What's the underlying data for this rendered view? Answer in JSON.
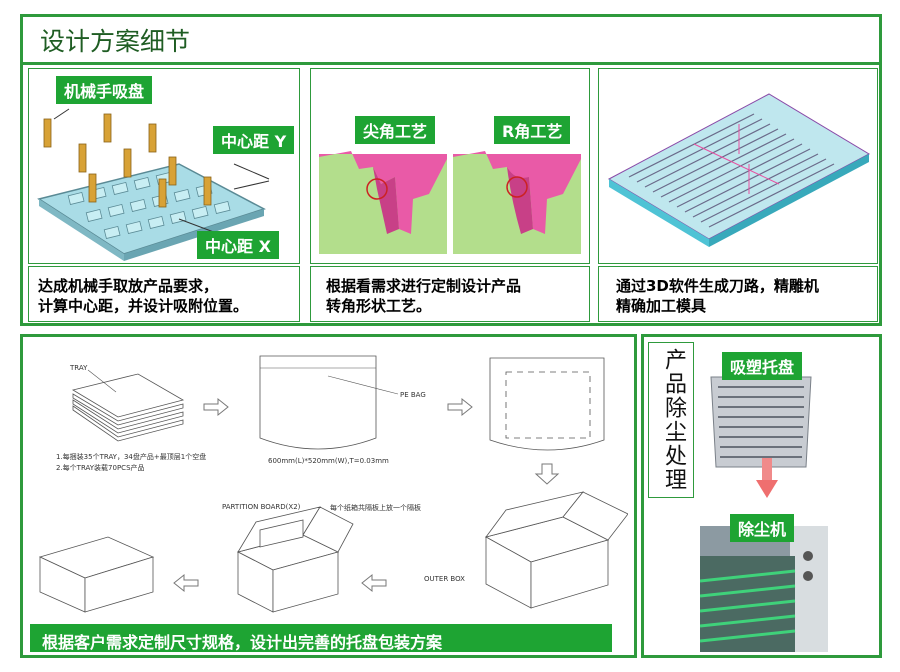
{
  "section_title": "设计方案细节",
  "panel1": {
    "labels": [
      "机械手吸盘",
      "中心距 Y",
      "中心距 X"
    ],
    "caption": [
      "达成机械手取放产品要求，",
      "计算中心距，并设计吸附位置。"
    ]
  },
  "panel2": {
    "labels": [
      "尖角工艺",
      "R角工艺"
    ],
    "caption": [
      "根据看需求进行定制设计产品",
      "转角形状工艺。"
    ]
  },
  "panel3": {
    "caption": [
      "通过3D软件生成刀路，精雕机",
      "精确加工模具"
    ]
  },
  "packaging": {
    "tray_label": "TRAY",
    "pe_bag_label": "PE BAG",
    "partition_label": "PARTITION  BOARD(X2)",
    "partition_note": "每个纸箱共隔板上放一个隔板",
    "outer_box_label": "OUTER BOX",
    "notes": [
      "1.每捆装35个TRAY，34盘产品+最顶层1个空盘",
      "2.每个TRAY装载70PCS产品"
    ],
    "bag_size": "600mm(L)*520mm(W),T=0.03mm",
    "footer": "根据客户需求定制尺寸规格，设计出完善的托盘包装方案"
  },
  "dust": {
    "title": "产品除尘处理",
    "tray_label": "吸塑托盘",
    "machine_label": "除尘机"
  }
}
